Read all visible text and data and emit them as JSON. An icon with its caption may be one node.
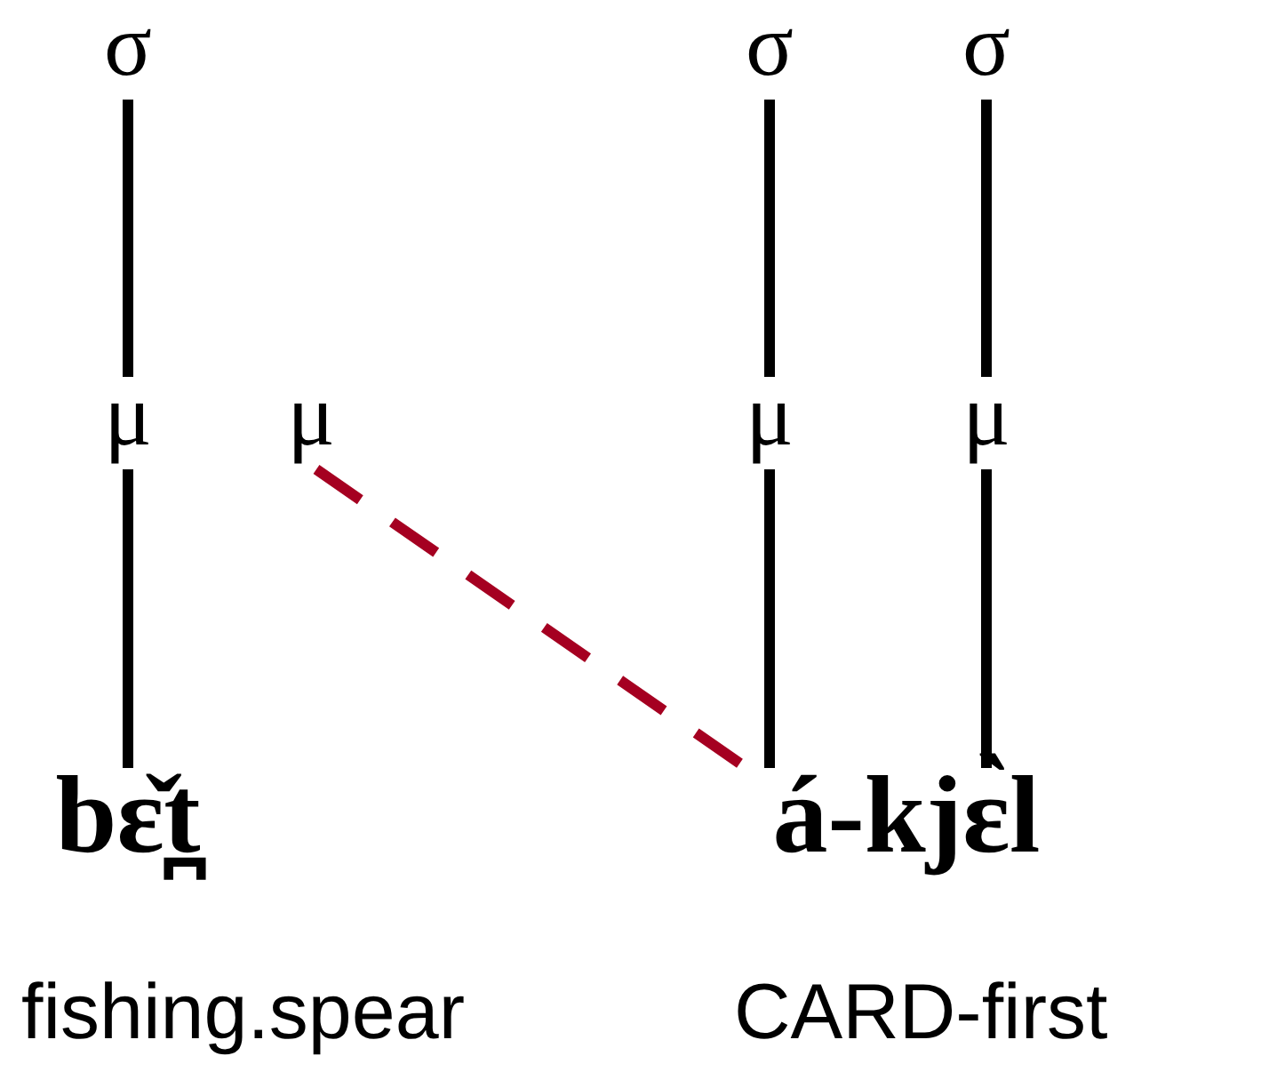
{
  "diagram": {
    "nodes": [
      {
        "text": [
          "σ"
        ]
      },
      {
        "text": [
          "σ"
        ]
      },
      {
        "text": [
          "σ"
        ]
      },
      {
        "text": [
          "μ"
        ]
      },
      {
        "text": [
          "μ"
        ]
      },
      {
        "text": [
          "μ"
        ]
      },
      {
        "text": [
          "μ"
        ]
      },
      {
        "text": [
          "bɛ̌t̪"
        ]
      },
      {
        "text": [
          "á-kjɛ̀l"
        ]
      }
    ],
    "edges": [
      {
        "from": 0,
        "to": 3,
        "arrow": "none"
      },
      {
        "from": 1,
        "to": 5,
        "arrow": "none"
      },
      {
        "from": 2,
        "to": 6,
        "arrow": "none"
      },
      {
        "from": 3,
        "to": 7,
        "arrow": "none"
      },
      {
        "from": 4,
        "to": 8,
        "arrow": "none",
        "style": "dashed",
        "color": "#a50021"
      },
      {
        "from": 5,
        "to": 8,
        "arrow": "none"
      },
      {
        "from": 6,
        "to": 8,
        "arrow": "none"
      }
    ],
    "labels": [
      "fishing.spear",
      "CARD-first"
    ]
  }
}
